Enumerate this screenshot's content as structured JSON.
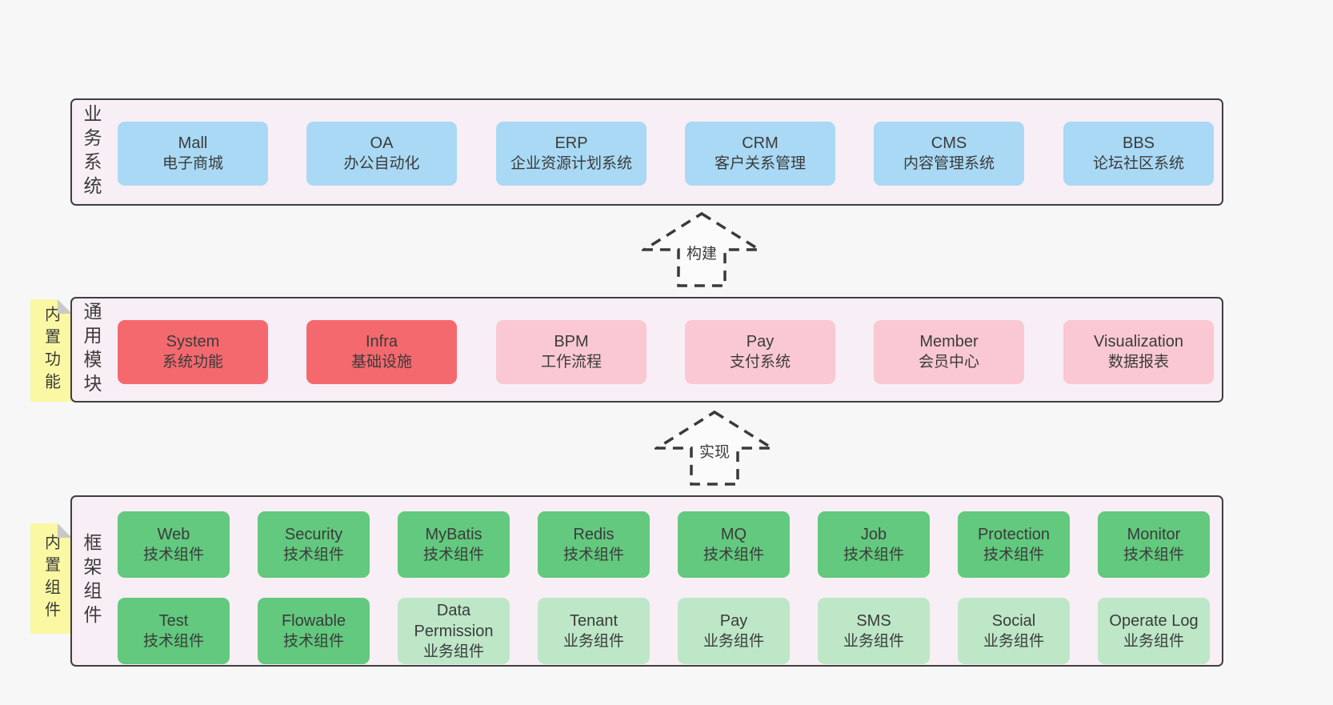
{
  "palette": {
    "page_bg": "#f7f7f7",
    "band_bg": "#f8eef5",
    "band_border": "#3f3f3f",
    "blue_box": "#a9d9f4",
    "red_box": "#f4696e",
    "pink_box": "#f9c8d2",
    "green_box": "#62c97e",
    "light_green_box": "#bde7c7",
    "sticky_yellow": "#faf8a3",
    "sticky_fold_gray": "#c9c9c9",
    "text": "#3b3b3b"
  },
  "bands": [
    {
      "label": "业务系统",
      "boxes": [
        {
          "title": "Mall",
          "subtitle": "电子商城",
          "variant": "blue"
        },
        {
          "title": "OA",
          "subtitle": "办公自动化",
          "variant": "blue"
        },
        {
          "title": "ERP",
          "subtitle": "企业资源计划系统",
          "variant": "blue"
        },
        {
          "title": "CRM",
          "subtitle": "客户关系管理",
          "variant": "blue"
        },
        {
          "title": "CMS",
          "subtitle": "内容管理系统",
          "variant": "blue"
        },
        {
          "title": "BBS",
          "subtitle": "论坛社区系统",
          "variant": "blue"
        }
      ]
    },
    {
      "label": "通用模块",
      "sticky": "内置功能",
      "boxes": [
        {
          "title": "System",
          "subtitle": "系统功能",
          "variant": "red"
        },
        {
          "title": "Infra",
          "subtitle": "基础设施",
          "variant": "red"
        },
        {
          "title": "BPM",
          "subtitle": "工作流程",
          "variant": "pink"
        },
        {
          "title": "Pay",
          "subtitle": "支付系统",
          "variant": "pink"
        },
        {
          "title": "Member",
          "subtitle": "会员中心",
          "variant": "pink"
        },
        {
          "title": "Visualization",
          "subtitle": "数据报表",
          "variant": "pink"
        }
      ]
    },
    {
      "label": "框架组件",
      "sticky": "内置组件",
      "rows": [
        [
          {
            "title": "Web",
            "subtitle": "技术组件",
            "variant": "green"
          },
          {
            "title": "Security",
            "subtitle": "技术组件",
            "variant": "green"
          },
          {
            "title": "MyBatis",
            "subtitle": "技术组件",
            "variant": "green"
          },
          {
            "title": "Redis",
            "subtitle": "技术组件",
            "variant": "green"
          },
          {
            "title": "MQ",
            "subtitle": "技术组件",
            "variant": "green"
          },
          {
            "title": "Job",
            "subtitle": "技术组件",
            "variant": "green"
          },
          {
            "title": "Protection",
            "subtitle": "技术组件",
            "variant": "green"
          },
          {
            "title": "Monitor",
            "subtitle": "技术组件",
            "variant": "green"
          }
        ],
        [
          {
            "title": "Test",
            "subtitle": "技术组件",
            "variant": "green"
          },
          {
            "title": "Flowable",
            "subtitle": "技术组件",
            "variant": "green"
          },
          {
            "title": "Data Permission",
            "subtitle": "业务组件",
            "variant": "lightgreen"
          },
          {
            "title": "Tenant",
            "subtitle": "业务组件",
            "variant": "lightgreen"
          },
          {
            "title": "Pay",
            "subtitle": "业务组件",
            "variant": "lightgreen"
          },
          {
            "title": "SMS",
            "subtitle": "业务组件",
            "variant": "lightgreen"
          },
          {
            "title": "Social",
            "subtitle": "业务组件",
            "variant": "lightgreen"
          },
          {
            "title": "Operate Log",
            "subtitle": "业务组件",
            "variant": "lightgreen"
          }
        ]
      ]
    }
  ],
  "arrows": [
    {
      "label": "构建"
    },
    {
      "label": "实现"
    }
  ]
}
